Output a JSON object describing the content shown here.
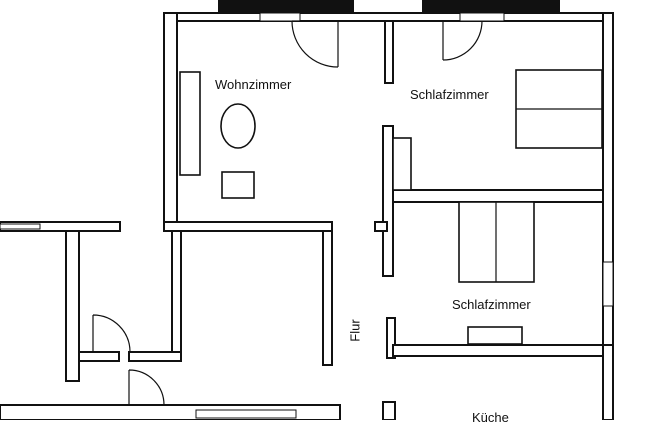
{
  "plan": {
    "rooms": [
      {
        "id": "wohnzimmer",
        "label": "Wohnzimmer"
      },
      {
        "id": "schlafzimmer-1",
        "label": "Schlafzimmer"
      },
      {
        "id": "schlafzimmer-2",
        "label": "Schlafzimmer"
      },
      {
        "id": "flur",
        "label": "Flur"
      },
      {
        "id": "kueche",
        "label": "Küche"
      }
    ],
    "colors": {
      "wall": "#111111",
      "background": "#ffffff"
    }
  }
}
